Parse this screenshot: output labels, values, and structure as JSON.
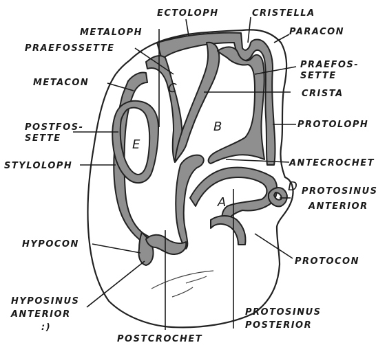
{
  "labels": {
    "ectoloph": "ECTOLOPH",
    "cristella": "CRISTELLA",
    "metaloph": "METALOPH",
    "paracon": "PARACON",
    "praefossette_left": "PRAEFOSSETTE",
    "praefos_line1": "PRAEFOS-",
    "praefos_line2": "SETTE",
    "metacon": "METACON",
    "crista": "CRISTA",
    "postfos_line1": "POSTFOS-",
    "postfos_line2": "SETTE",
    "protoloph": "PROTOLOPH",
    "styloloph": "STYLOLOPH",
    "antecrochet": "ANTECROCHET",
    "protosinus_anterior_line1": "PROTOSINUS",
    "protosinus_anterior_line2": "ANTERIOR",
    "hypocon": "HYPOCON",
    "protocon": "PROTOCON",
    "hyposinus_line1": "HYPOSINUS",
    "hyposinus_line2": "ANTERIOR",
    "protosinus_posterior_line1": "PROTOSINUS",
    "protosinus_posterior_line2": "POSTERIOR",
    "postcrochet": "POSTCROCHET"
  },
  "regions": {
    "a": "A",
    "b": "B",
    "c": "C",
    "d": "D",
    "e": "E"
  },
  "stray_mark": ":)"
}
